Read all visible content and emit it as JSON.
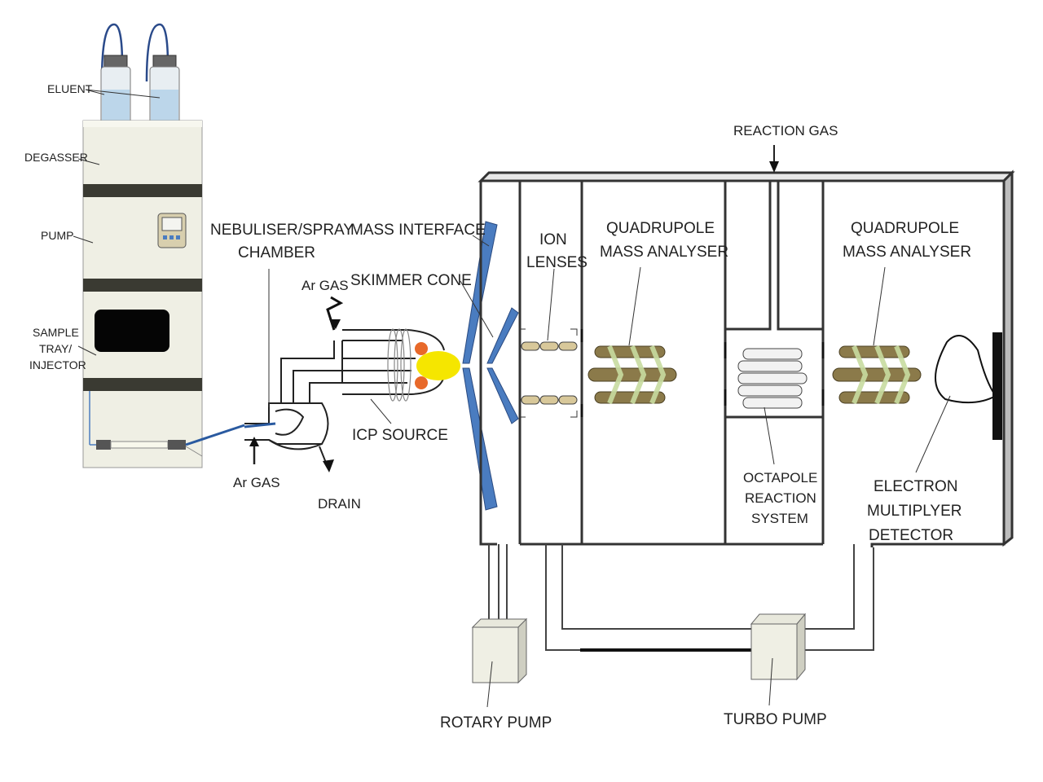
{
  "labels": {
    "eluent": "ELUENT",
    "degasser": "DEGASSER",
    "pump": "PUMP",
    "sample_tray_line1": "SAMPLE",
    "sample_tray_line2": "TRAY/",
    "sample_tray_line3": "INJECTOR",
    "nebuliser_line1": "NEBULISER/SPRAY",
    "nebuliser_line2": "CHAMBER",
    "ar_gas_top": "Ar GAS",
    "ar_gas_bottom": "Ar GAS",
    "drain": "DRAIN",
    "icp_source": "ICP SOURCE",
    "mass_interface": "MASS INTERFACE",
    "skimmer_cone": "SKIMMER CONE",
    "ion_lenses_line1": "ION",
    "ion_lenses_line2": "LENSES",
    "quad1_line1": "QUADRUPOLE",
    "quad1_line2": "MASS ANALYSER",
    "reaction_gas": "REACTION GAS",
    "quad2_line1": "QUADRUPOLE",
    "quad2_line2": "MASS ANALYSER",
    "octapole_line1": "OCTAPOLE",
    "octapole_line2": "REACTION",
    "octapole_line3": "SYSTEM",
    "detector_line1": "ELECTRON",
    "detector_line2": "MULTIPLYER",
    "detector_line3": "DETECTOR",
    "rotary_pump": "ROTARY PUMP",
    "turbo_pump": "TURBO PUMP"
  },
  "colors": {
    "cabinet": "#efefe4",
    "band": "#3a3a32",
    "cone_blue": "#4a7cc0",
    "plasma": "#f5e600",
    "coil": "#e8692a",
    "rod": "#8b7a4a",
    "spiral": "#c8dca0"
  }
}
